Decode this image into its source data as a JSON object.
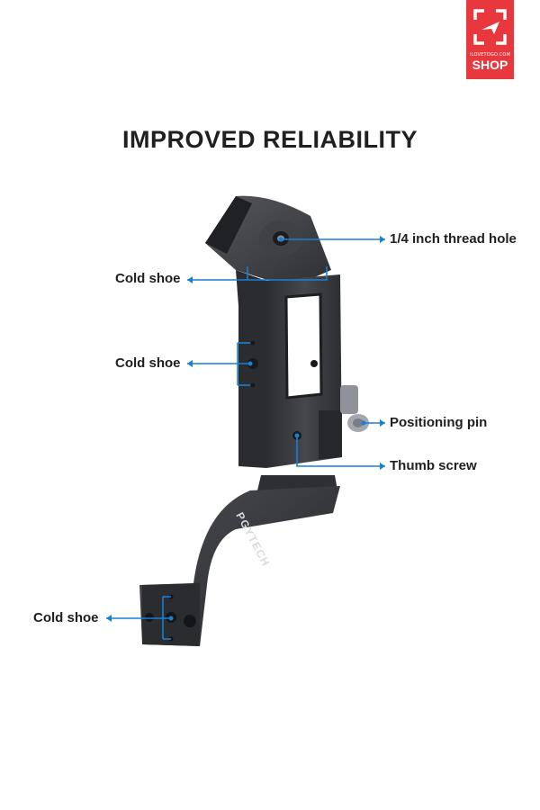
{
  "logo": {
    "site_text": "ILOVETOGO.COM",
    "shop_text": "SHOP",
    "brand_color": "#e8383d"
  },
  "title": "IMPROVED RELIABILITY",
  "product_brand": "PGYTECH",
  "callouts": [
    {
      "id": "thread-hole",
      "text": "1/4 inch thread hole"
    },
    {
      "id": "cold-shoe-top",
      "text": "Cold shoe"
    },
    {
      "id": "cold-shoe-mid",
      "text": "Cold shoe"
    },
    {
      "id": "positioning-pin",
      "text": "Positioning pin"
    },
    {
      "id": "thumb-screw",
      "text": "Thumb screw"
    },
    {
      "id": "cold-shoe-bottom",
      "text": "Cold shoe"
    }
  ],
  "colors": {
    "accent": "#1a7fd6",
    "product": "#3a3c40",
    "background": "#ffffff"
  }
}
